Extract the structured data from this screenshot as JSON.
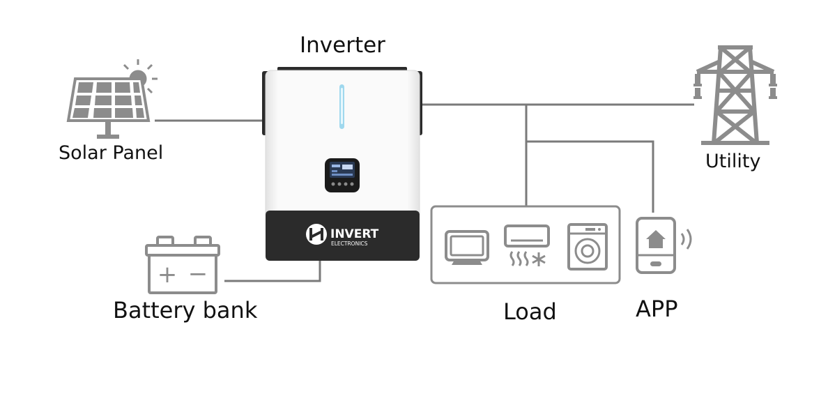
{
  "labels": {
    "inverter": "Inverter",
    "solar_panel": "Solar Panel",
    "utility": "Utility",
    "battery_bank": "Battery bank",
    "load": "Load",
    "app": "APP"
  },
  "inverter_brand": {
    "name": "INVERT",
    "sub": "ELECTRONICS"
  },
  "battery_symbols": {
    "plus": "+",
    "minus": "−"
  },
  "colors": {
    "line": "#7a7a7a",
    "icon": "#8c8c8c",
    "inverter_body": "#f4f4f4",
    "inverter_base": "#2b2b2b",
    "indicator": "#9fd8ee"
  },
  "icons": [
    "sun-icon",
    "solar-panel-icon",
    "transmission-tower-icon",
    "battery-icon",
    "monitor-icon",
    "air-conditioner-icon",
    "washing-machine-icon",
    "smartphone-home-icon",
    "wifi-signal-icon"
  ]
}
